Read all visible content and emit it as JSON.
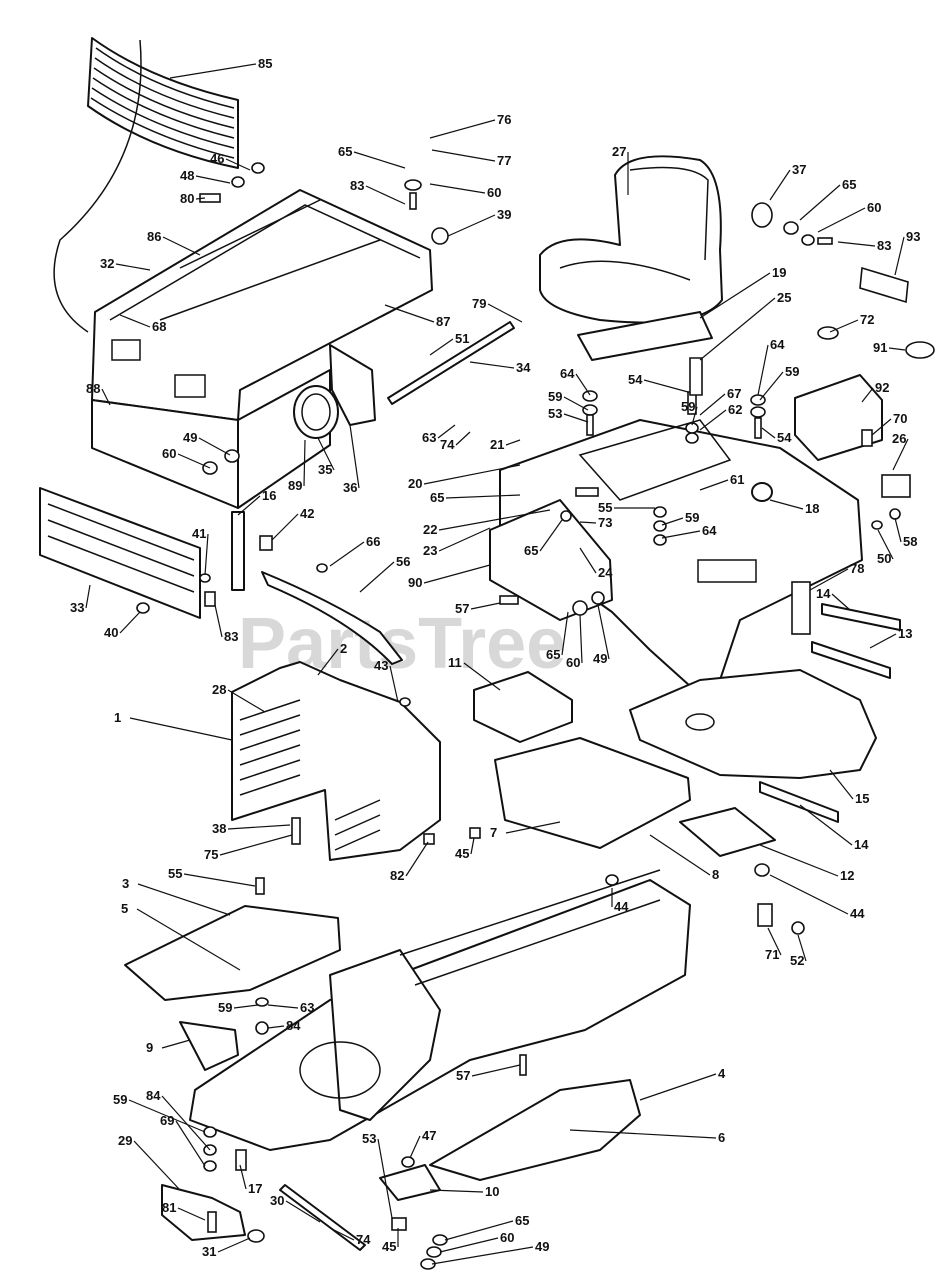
{
  "watermark": {
    "text": "PartsTree",
    "tm": "™"
  },
  "callouts": [
    {
      "id": "85",
      "label": "85"
    },
    {
      "id": "76",
      "label": "76"
    },
    {
      "id": "77",
      "label": "77"
    },
    {
      "id": "65a",
      "label": "65"
    },
    {
      "id": "46",
      "label": "46"
    },
    {
      "id": "48",
      "label": "48"
    },
    {
      "id": "80",
      "label": "80"
    },
    {
      "id": "83a",
      "label": "83"
    },
    {
      "id": "60a",
      "label": "60"
    },
    {
      "id": "39",
      "label": "39"
    },
    {
      "id": "27",
      "label": "27"
    },
    {
      "id": "37",
      "label": "37"
    },
    {
      "id": "65b",
      "label": "65"
    },
    {
      "id": "60b",
      "label": "60"
    },
    {
      "id": "83b",
      "label": "83"
    },
    {
      "id": "93",
      "label": "93"
    },
    {
      "id": "86",
      "label": "86"
    },
    {
      "id": "32",
      "label": "32"
    },
    {
      "id": "68",
      "label": "68"
    },
    {
      "id": "87",
      "label": "87"
    },
    {
      "id": "79",
      "label": "79"
    },
    {
      "id": "19",
      "label": "19"
    },
    {
      "id": "25",
      "label": "25"
    },
    {
      "id": "72",
      "label": "72"
    },
    {
      "id": "91",
      "label": "91"
    },
    {
      "id": "92",
      "label": "92"
    },
    {
      "id": "51",
      "label": "51"
    },
    {
      "id": "34",
      "label": "34"
    },
    {
      "id": "88",
      "label": "88"
    },
    {
      "id": "64a",
      "label": "64"
    },
    {
      "id": "54a",
      "label": "54"
    },
    {
      "id": "64b",
      "label": "64"
    },
    {
      "id": "59a",
      "label": "59"
    },
    {
      "id": "59b",
      "label": "59"
    },
    {
      "id": "53a",
      "label": "53"
    },
    {
      "id": "67",
      "label": "67"
    },
    {
      "id": "59c",
      "label": "59"
    },
    {
      "id": "62",
      "label": "62"
    },
    {
      "id": "63a",
      "label": "63"
    },
    {
      "id": "74a",
      "label": "74"
    },
    {
      "id": "21",
      "label": "21"
    },
    {
      "id": "54b",
      "label": "54"
    },
    {
      "id": "70",
      "label": "70"
    },
    {
      "id": "26",
      "label": "26"
    },
    {
      "id": "49a",
      "label": "49"
    },
    {
      "id": "60c",
      "label": "60"
    },
    {
      "id": "35",
      "label": "35"
    },
    {
      "id": "36",
      "label": "36"
    },
    {
      "id": "89",
      "label": "89"
    },
    {
      "id": "20",
      "label": "20"
    },
    {
      "id": "61",
      "label": "61"
    },
    {
      "id": "18",
      "label": "18"
    },
    {
      "id": "16",
      "label": "16"
    },
    {
      "id": "42",
      "label": "42"
    },
    {
      "id": "65c",
      "label": "65"
    },
    {
      "id": "55a",
      "label": "55"
    },
    {
      "id": "59d",
      "label": "59"
    },
    {
      "id": "22",
      "label": "22"
    },
    {
      "id": "73",
      "label": "73"
    },
    {
      "id": "64c",
      "label": "64"
    },
    {
      "id": "50",
      "label": "50"
    },
    {
      "id": "58",
      "label": "58"
    },
    {
      "id": "41",
      "label": "41"
    },
    {
      "id": "66",
      "label": "66"
    },
    {
      "id": "23",
      "label": "23"
    },
    {
      "id": "65d",
      "label": "65"
    },
    {
      "id": "56",
      "label": "56"
    },
    {
      "id": "90",
      "label": "90"
    },
    {
      "id": "24",
      "label": "24"
    },
    {
      "id": "78",
      "label": "78"
    },
    {
      "id": "33",
      "label": "33"
    },
    {
      "id": "40",
      "label": "40"
    },
    {
      "id": "83c",
      "label": "83"
    },
    {
      "id": "57a",
      "label": "57"
    },
    {
      "id": "14a",
      "label": "14"
    },
    {
      "id": "13",
      "label": "13"
    },
    {
      "id": "65e",
      "label": "65"
    },
    {
      "id": "60d",
      "label": "60"
    },
    {
      "id": "49b",
      "label": "49"
    },
    {
      "id": "2",
      "label": "2"
    },
    {
      "id": "43",
      "label": "43"
    },
    {
      "id": "11",
      "label": "11"
    },
    {
      "id": "28",
      "label": "28"
    },
    {
      "id": "1",
      "label": "1"
    },
    {
      "id": "15",
      "label": "15"
    },
    {
      "id": "38",
      "label": "38"
    },
    {
      "id": "75",
      "label": "75"
    },
    {
      "id": "45a",
      "label": "45"
    },
    {
      "id": "7",
      "label": "7"
    },
    {
      "id": "14b",
      "label": "14"
    },
    {
      "id": "82",
      "label": "82"
    },
    {
      "id": "8",
      "label": "8"
    },
    {
      "id": "12",
      "label": "12"
    },
    {
      "id": "55b",
      "label": "55"
    },
    {
      "id": "3",
      "label": "3"
    },
    {
      "id": "44a",
      "label": "44"
    },
    {
      "id": "44b",
      "label": "44"
    },
    {
      "id": "5",
      "label": "5"
    },
    {
      "id": "71",
      "label": "71"
    },
    {
      "id": "52",
      "label": "52"
    },
    {
      "id": "59e",
      "label": "59"
    },
    {
      "id": "63b",
      "label": "63"
    },
    {
      "id": "84a",
      "label": "84"
    },
    {
      "id": "9",
      "label": "9"
    },
    {
      "id": "57b",
      "label": "57"
    },
    {
      "id": "4",
      "label": "4"
    },
    {
      "id": "59f",
      "label": "59"
    },
    {
      "id": "84b",
      "label": "84"
    },
    {
      "id": "47",
      "label": "47"
    },
    {
      "id": "6",
      "label": "6"
    },
    {
      "id": "29",
      "label": "29"
    },
    {
      "id": "69",
      "label": "69"
    },
    {
      "id": "53b",
      "label": "53"
    },
    {
      "id": "17",
      "label": "17"
    },
    {
      "id": "10",
      "label": "10"
    },
    {
      "id": "30",
      "label": "30"
    },
    {
      "id": "81",
      "label": "81"
    },
    {
      "id": "31",
      "label": "31"
    },
    {
      "id": "74b",
      "label": "74"
    },
    {
      "id": "45b",
      "label": "45"
    },
    {
      "id": "65f",
      "label": "65"
    },
    {
      "id": "60e",
      "label": "60"
    },
    {
      "id": "49c",
      "label": "49"
    }
  ]
}
